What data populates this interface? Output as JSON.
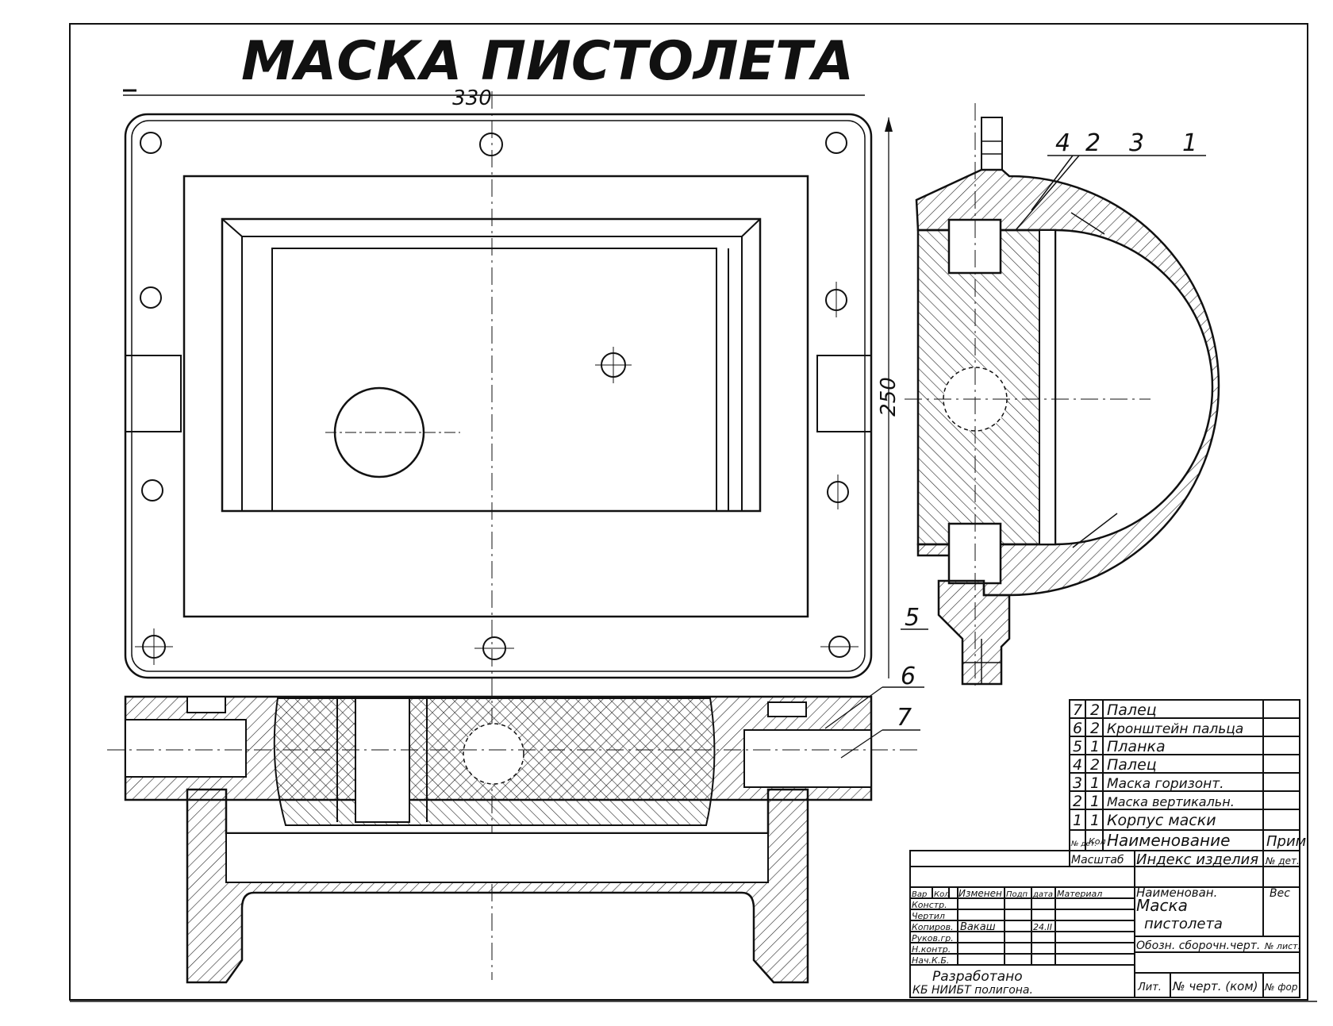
{
  "drawing": {
    "title": "МАСКА ПИСТОЛЕТА",
    "dimensions": {
      "width_label": "330",
      "height_label": "250"
    },
    "callouts": [
      "4",
      "2",
      "3",
      "1",
      "5",
      "6",
      "7"
    ]
  },
  "parts_list": {
    "rows": [
      {
        "pos": "7",
        "qty": "2",
        "name": "Палец"
      },
      {
        "pos": "6",
        "qty": "2",
        "name": "Кронштейн пальца"
      },
      {
        "pos": "5",
        "qty": "1",
        "name": "Планка"
      },
      {
        "pos": "4",
        "qty": "2",
        "name": "Палец"
      },
      {
        "pos": "3",
        "qty": "1",
        "name": "Маска горизонт."
      },
      {
        "pos": "2",
        "qty": "1",
        "name": "Маска вертикальн."
      },
      {
        "pos": "1",
        "qty": "1",
        "name": "Корпус маски"
      }
    ],
    "header": {
      "pos": "№ дет.",
      "qty": "Кол",
      "name": "Наименование",
      "note": "Прим"
    }
  },
  "title_block": {
    "scale_label": "Масштаб",
    "index_label": "Индекс изделия",
    "sheet_no_label": "№ дет.",
    "col_headers": [
      "Вар",
      "Кол",
      "Изменен",
      "Подп",
      "дата",
      "Материал",
      "Наименован.",
      "Вес"
    ],
    "roles": [
      "Констр.",
      "Чертил",
      "Копиров.",
      "Руков.гр.",
      "Н.контр.",
      "Нач.К.Б."
    ],
    "copied_by": "Вакаш",
    "copied_date": "24.II",
    "product_name_line1": "Маска",
    "product_name_line2": "пистолета",
    "assembly_label": "Обозн. сборочн.черт.",
    "sheet_count_label": "№ лист.",
    "footer_left_line1": "Разработано",
    "footer_left_line2": "КБ НИИБТ полигона.",
    "footer_cells": [
      "Лит.",
      "№ черт. (ком)",
      "№ фор"
    ]
  }
}
